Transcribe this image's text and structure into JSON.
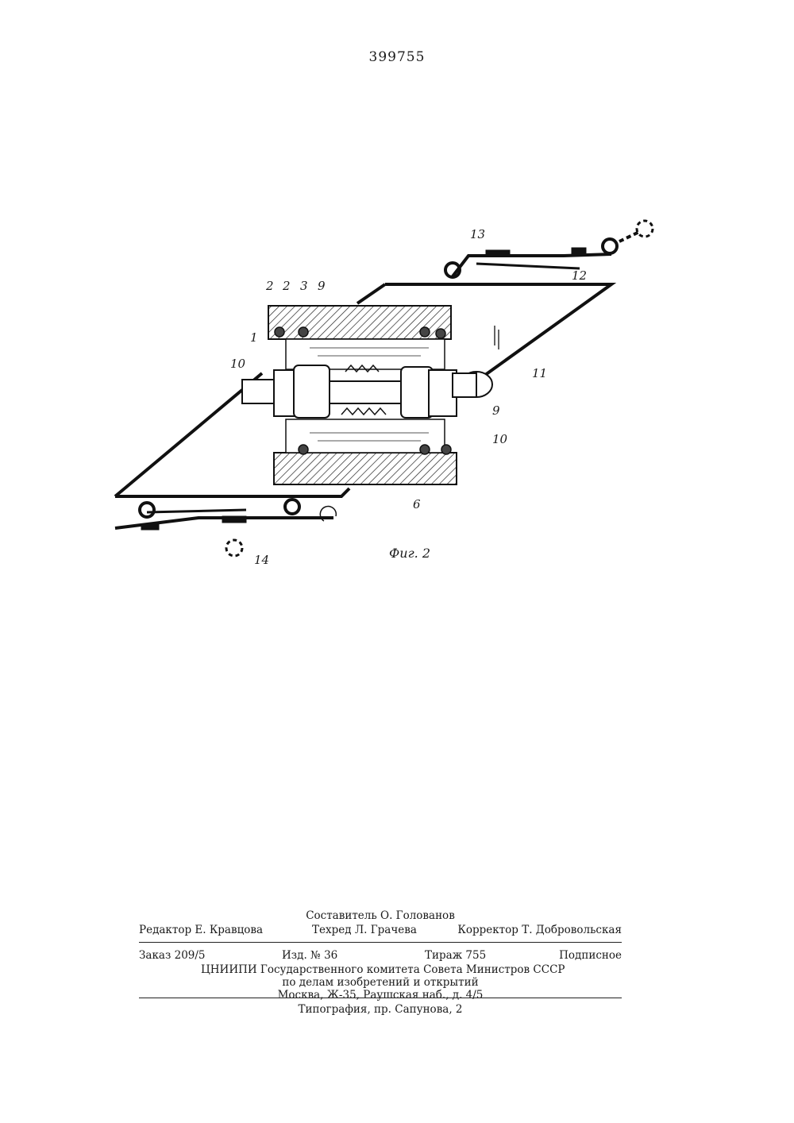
{
  "header": {
    "patent_number": "399755"
  },
  "figure": {
    "caption": "Фиг. 2",
    "labels": [
      "2",
      "2",
      "3",
      "9",
      "1",
      "10",
      "9",
      "10",
      "11",
      "12",
      "13",
      "6",
      "14"
    ]
  },
  "colophon": {
    "compiler": "Составитель О. Голованов",
    "editor": "Редактор Е. Кравцова",
    "techeditor": "Техред Л. Грачева",
    "corrector": "Корректор Т. Добровольская",
    "order": "Заказ 209/5",
    "edition": "Изд. № 36",
    "print_run": "Тираж 755",
    "subscription": "Подписное",
    "org_line1": "ЦНИИПИ Государственного комитета Совета Министров СССР",
    "org_line2": "по делам изобретений и открытий",
    "address": "Москва, Ж-35, Раушская наб., д. 4/5",
    "printer": "Типография, пр. Сапунова, 2"
  }
}
